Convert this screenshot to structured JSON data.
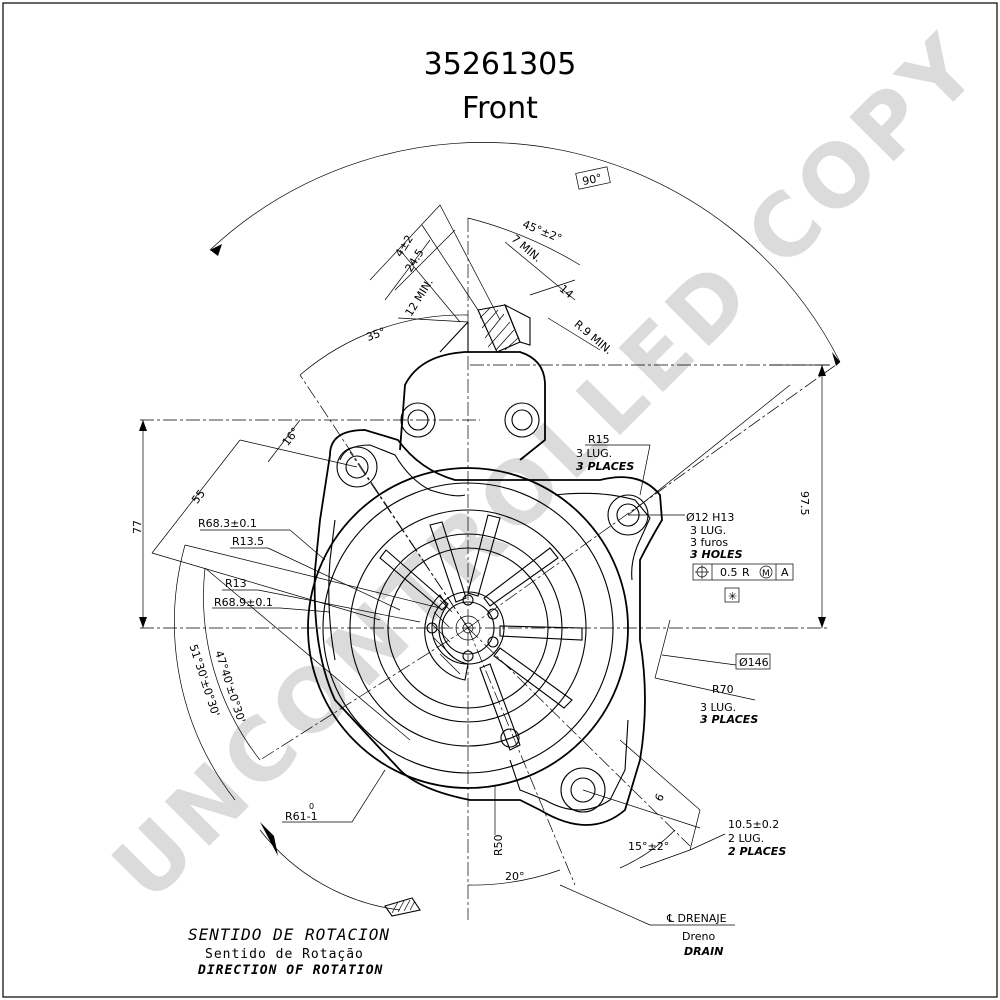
{
  "drawing": {
    "part_number": "35261305",
    "view": "Front",
    "watermark": "UNCONTROLLED COPY"
  },
  "dimensions": {
    "angle_90": "90°",
    "angle_45": "45°±2°",
    "angle_35": "35°",
    "angle_16": "16°",
    "angle_20": "20°",
    "angle_15": "15°±2°",
    "d_4": "4±2",
    "d_24_5": "24.5",
    "d_12min": "12 MIN.",
    "d_7min": "7 MIN.",
    "d_14": "14",
    "d_r9min": "R.9 MIN.",
    "d_55": "55",
    "d_77": "77",
    "d_97_5": "97.5",
    "d_6": "6",
    "d_r50": "R50",
    "r68_3": "R68.3±0.1",
    "r13_5": "R13.5",
    "r13": "R13",
    "r68_9": "R68.9±0.1",
    "r61": "R61-1",
    "r61_tol": "0",
    "arc_51": "51°30'±0°30'",
    "arc_47": "47°40'±0°30'",
    "r15": "R15",
    "r15_l1": "3 LUG.",
    "r15_l2": "3 PLACES",
    "hole": "Ø12 H13",
    "hole_l1": "3 LUG.",
    "hole_l2": "3 furos",
    "hole_l3": "3 HOLES",
    "tol_pos": "0.5",
    "tol_r": "R",
    "tol_m": "M",
    "tol_a": "A",
    "dia146": "Ø146",
    "r70": "R70",
    "r70_l1": "3 LUG.",
    "r70_l2": "3 PLACES",
    "d_10_5": "10.5±0.2",
    "d_10_5_l1": "2 LUG.",
    "d_10_5_l2": "2 PLACES",
    "drain_l1": "℄ DRENAJE",
    "drain_l2": "Dreno",
    "drain_l3": "DRAIN"
  },
  "rotation": {
    "es": "SENTIDO DE ROTACION",
    "pt": "Sentido de Rotação",
    "en": "DIRECTION OF ROTATION"
  },
  "icons": [
    "position-tolerance-icon",
    "max-material-icon",
    "asterisk-symbol-icon",
    "rotation-arrow-icon"
  ]
}
